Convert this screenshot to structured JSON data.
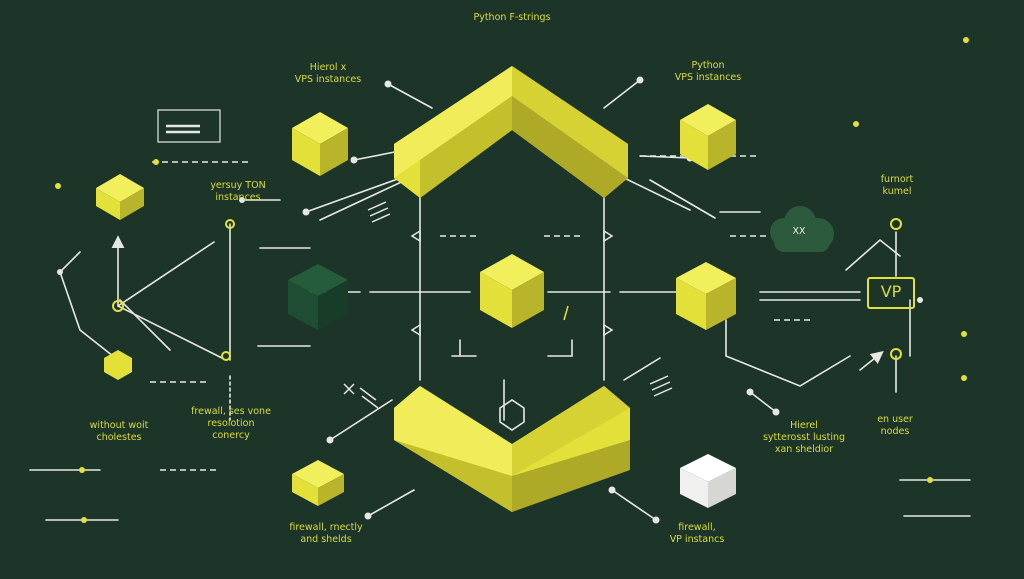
{
  "title": "Python F-strings",
  "colors": {
    "background": "#1d3529",
    "accent": "#e3e03a",
    "accent_dark": "#a8a52a",
    "line": "#e6e9e2",
    "cloud": "#2b5a3c",
    "dark_cube": "#1f4d34",
    "white_cube": "#f2f2f0"
  },
  "labels": {
    "top_left": "Hierol x\nVPS instances",
    "top_right": "Python\nVPS instances",
    "mid_left": "yersuy TON\ninstances",
    "right_top": "furnort\nkumel",
    "cloud_text": "XX",
    "vp_box": "VP",
    "left_bottom": "without woit\ncholestes",
    "mid_left_bottom": "frewall, ses vone\nresolotion\nconercy",
    "right_mid_bottom": "Hierel\nsytterosst lusting\nxan sheldior",
    "right_bottom": "en user\nnodes",
    "bottom_left": "firewall, rnectly\nand shelds",
    "bottom_right": "firewall,\nVP instancs"
  },
  "icons": [
    "menu-icon",
    "cloud-icon",
    "arrow-icon",
    "node-icon"
  ]
}
